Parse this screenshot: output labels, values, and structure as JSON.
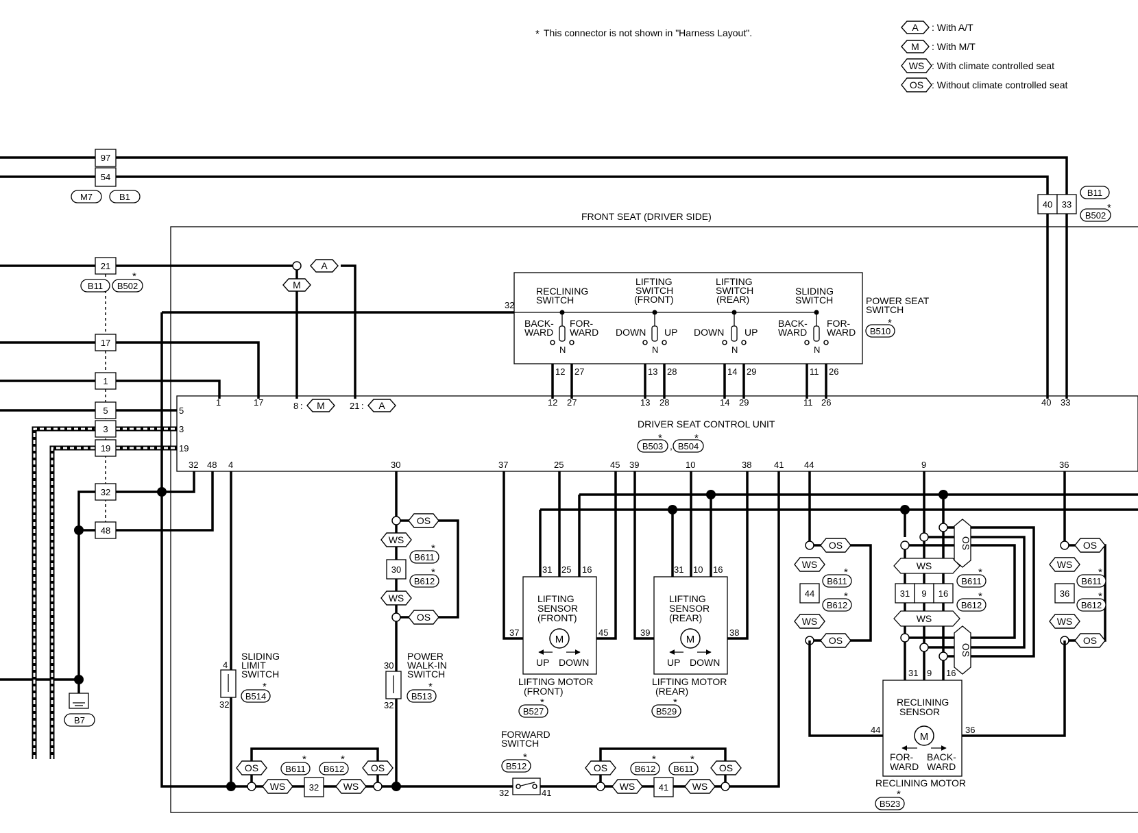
{
  "note": "This connector is not shown in \"Harness Layout\".",
  "note_star": "*",
  "legend": [
    {
      "code": "A",
      "text": ": With A/T"
    },
    {
      "code": "M",
      "text": ": With M/T"
    },
    {
      "code": "WS",
      "text": ": With climate controlled seat"
    },
    {
      "code": "OS",
      "text": ": Without climate controlled seat"
    }
  ],
  "labels": {
    "front_seat": "FRONT SEAT (DRIVER SIDE)",
    "control_unit": "DRIVER SEAT CONTROL UNIT",
    "power_seat_switch_1": "POWER SEAT",
    "power_seat_switch_2": "SWITCH",
    "reclining_switch_1": "RECLINING",
    "reclining_switch_2": "SWITCH",
    "lifting_front_1": "LIFTING",
    "lifting_front_2": "SWITCH",
    "lifting_front_3": "(FRONT)",
    "lifting_rear_1": "LIFTING",
    "lifting_rear_2": "SWITCH",
    "lifting_rear_3": "(REAR)",
    "sliding_switch_1": "SLIDING",
    "sliding_switch_2": "SWITCH",
    "back_1": "BACK-",
    "ward": "WARD",
    "for_1": "FOR-",
    "down": "DOWN",
    "up": "UP",
    "n": "N",
    "sliding_limit_1": "SLIDING",
    "sliding_limit_2": "LIMIT",
    "sliding_limit_3": "SWITCH",
    "walkin_1": "POWER",
    "walkin_2": "WALK-IN",
    "walkin_3": "SWITCH",
    "lift_sensor": "LIFTING",
    "sensor": "SENSOR",
    "front_paren": "(FRONT)",
    "rear_paren": "(REAR)",
    "lifting_motor": "LIFTING MOTOR",
    "forward_switch_1": "FORWARD",
    "forward_switch_2": "SWITCH",
    "reclining_sensor_1": "RECLINING",
    "reclining_sensor_2": "SENSOR",
    "for_ward_1": "FOR-",
    "back_ward_1": "BACK-",
    "reclining_motor": "RECLINING MOTOR",
    "motor_m": "M"
  },
  "connectors": {
    "m7": "M7",
    "b1": "B1",
    "b11": "B11",
    "b502": "B502",
    "b503": "B503",
    "b504": "B504",
    "b510": "B510",
    "b514": "B514",
    "b513": "B513",
    "b611": "B611",
    "b612": "B612",
    "b527": "B527",
    "b529": "B529",
    "b512": "B512",
    "b523": "B523",
    "b7": "B7",
    "sep": ","
  },
  "pins": {
    "p97": "97",
    "p54": "54",
    "p21": "21",
    "p17": "17",
    "p1": "1",
    "p5": "5",
    "p3": "3",
    "p19": "19",
    "p32": "32",
    "p48": "48",
    "p40": "40",
    "p33": "33",
    "p4": "4",
    "p8": "8",
    "p30": "30",
    "p37": "37",
    "p25": "25",
    "p45": "45",
    "p39": "39",
    "p10": "10",
    "p38": "38",
    "p41": "41",
    "p44": "44",
    "p9": "9",
    "p36": "36",
    "p12": "12",
    "p27": "27",
    "p13": "13",
    "p28": "28",
    "p14": "14",
    "p29": "29",
    "p11": "11",
    "p26": "26",
    "p31": "31",
    "p16": "16",
    "colon": ":"
  },
  "tags": {
    "a": "A",
    "m": "M",
    "ws": "WS",
    "os": "OS"
  }
}
